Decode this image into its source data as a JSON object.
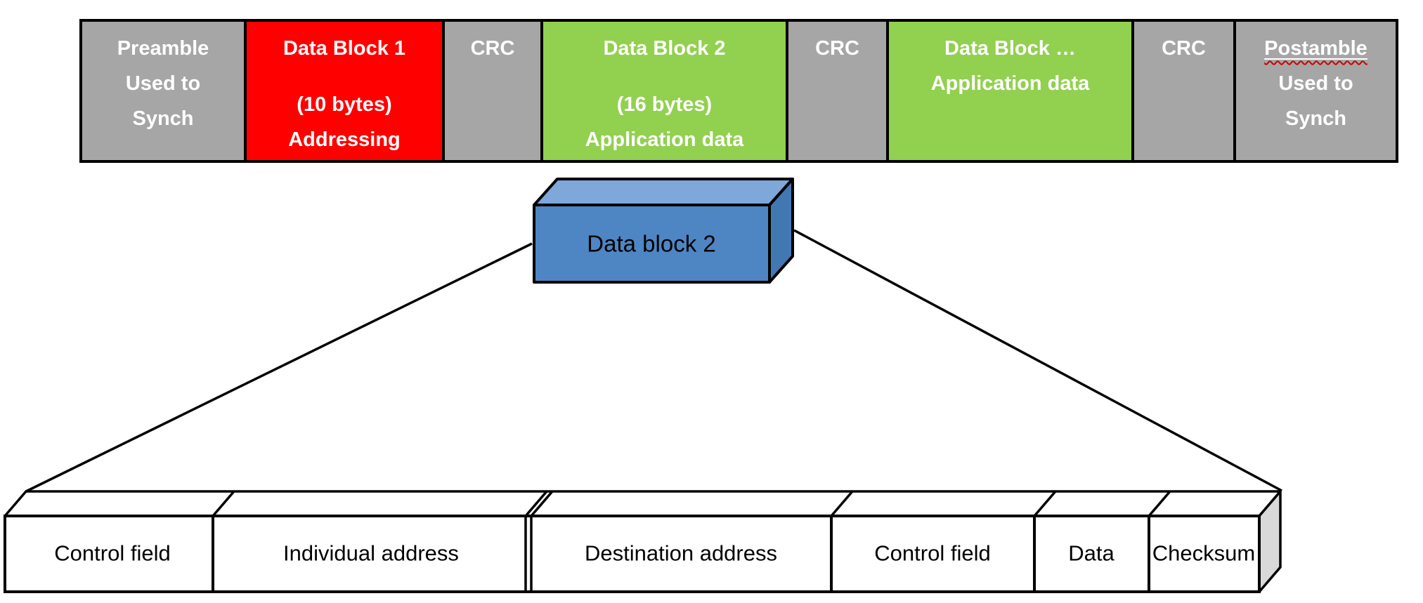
{
  "frame": {
    "segments": [
      {
        "id": "preamble",
        "color": "#a6a6a6",
        "lines": [
          "Preamble",
          "Used to",
          "Synch"
        ]
      },
      {
        "id": "data-block-1",
        "color": "#ff0000",
        "lines": [
          "Data Block 1",
          "(10 bytes)",
          "Addressing"
        ]
      },
      {
        "id": "crc-1",
        "color": "#a6a6a6",
        "lines": [
          "CRC"
        ]
      },
      {
        "id": "data-block-2",
        "color": "#92d050",
        "lines": [
          "Data Block 2",
          "(16 bytes)",
          "Application data"
        ]
      },
      {
        "id": "crc-2",
        "color": "#a6a6a6",
        "lines": [
          "CRC"
        ]
      },
      {
        "id": "data-block-n",
        "color": "#92d050",
        "lines": [
          "Data Block …",
          "Application data"
        ]
      },
      {
        "id": "crc-3",
        "color": "#a6a6a6",
        "lines": [
          "CRC"
        ]
      },
      {
        "id": "postamble",
        "color": "#a6a6a6",
        "lines": [
          "Postamble",
          "Used to",
          "Synch"
        ],
        "spellcheck_underline": true
      }
    ]
  },
  "callout": {
    "label": "Data block 2"
  },
  "detail_bar": {
    "fields": [
      "Control field",
      "Individual address",
      "Destination address",
      "Control field",
      "Data",
      "Checksum"
    ]
  },
  "colors": {
    "segment_gray": "#a6a6a6",
    "segment_red": "#ff0000",
    "segment_green": "#92d050",
    "box_front_blue": "#4e86c4",
    "box_top_blue": "#7ea7da",
    "box_side_blue": "#4278b2",
    "bar_face_white": "#ffffff",
    "bar_side_gray": "#d9d9d9",
    "outline_black": "#000000",
    "squiggle_red": "#cc0000",
    "frame_text_white": "#ffffff"
  }
}
